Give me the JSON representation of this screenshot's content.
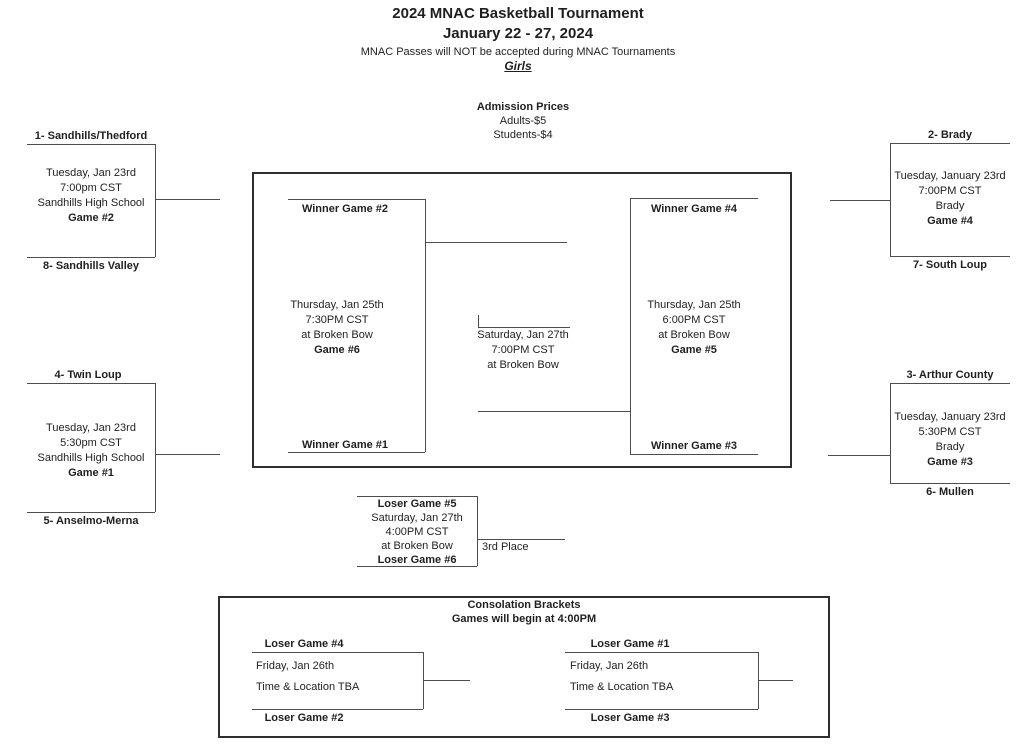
{
  "header": {
    "title": "2024 MNAC Basketball Tournament",
    "dates": "January 22 - 27, 2024",
    "notice": "MNAC Passes will NOT be accepted during MNAC Tournaments",
    "division": "Girls"
  },
  "admission": {
    "heading": "Admission Prices",
    "adults": "Adults-$5",
    "students": "Students-$4"
  },
  "bracket": {
    "round1": [
      {
        "top_seed": "1- Sandhills/Thedford",
        "bottom_seed": "8- Sandhills Valley",
        "lines": [
          "Tuesday, Jan 23rd",
          "7:00pm CST",
          "Sandhills High School"
        ],
        "game_label": "Game #2"
      },
      {
        "top_seed": "4- Twin Loup",
        "bottom_seed": "5- Anselmo-Merna",
        "lines": [
          "Tuesday, Jan 23rd",
          "5:30pm CST",
          "Sandhills High School"
        ],
        "game_label": "Game #1"
      },
      {
        "top_seed": "2- Brady",
        "bottom_seed": "7- South Loup",
        "lines": [
          "Tuesday, January 23rd",
          "7:00PM CST",
          "Brady"
        ],
        "game_label": "Game #4"
      },
      {
        "top_seed": "3- Arthur County",
        "bottom_seed": "6- Mullen",
        "lines": [
          "Tuesday, January 23rd",
          "5:30PM CST",
          "Brady"
        ],
        "game_label": "Game #3"
      }
    ],
    "semifinals": [
      {
        "top_label": "Winner Game #2",
        "bottom_label": "Winner Game #1",
        "lines": [
          "Thursday, Jan 25th",
          "7:30PM CST",
          "at Broken Bow"
        ],
        "game_label": "Game #6"
      },
      {
        "top_label": "Winner Game #4",
        "bottom_label": "Winner Game #3",
        "lines": [
          "Thursday, Jan 25th",
          "6:00PM CST",
          "at Broken Bow"
        ],
        "game_label": "Game #5"
      }
    ],
    "final": {
      "lines": [
        "Saturday, Jan 27th",
        "7:00PM CST",
        "at Broken Bow"
      ]
    },
    "third_place": {
      "top_label": "Loser Game #5",
      "bottom_label": "Loser Game #6",
      "lines": [
        "Saturday, Jan 27th",
        "4:00PM CST",
        "at Broken Bow"
      ],
      "result_label": "3rd Place"
    },
    "consolation": {
      "heading": "Consolation Brackets",
      "subheading": "Games will begin at 4:00PM",
      "matches": [
        {
          "top_label": "Loser Game #4",
          "bottom_label": "Loser Game #2",
          "lines": [
            "Friday, Jan 26th",
            "Time & Location TBA"
          ]
        },
        {
          "top_label": "Loser Game #1",
          "bottom_label": "Loser Game #3",
          "lines": [
            "Friday, Jan 26th",
            "Time & Location TBA"
          ]
        }
      ]
    }
  }
}
